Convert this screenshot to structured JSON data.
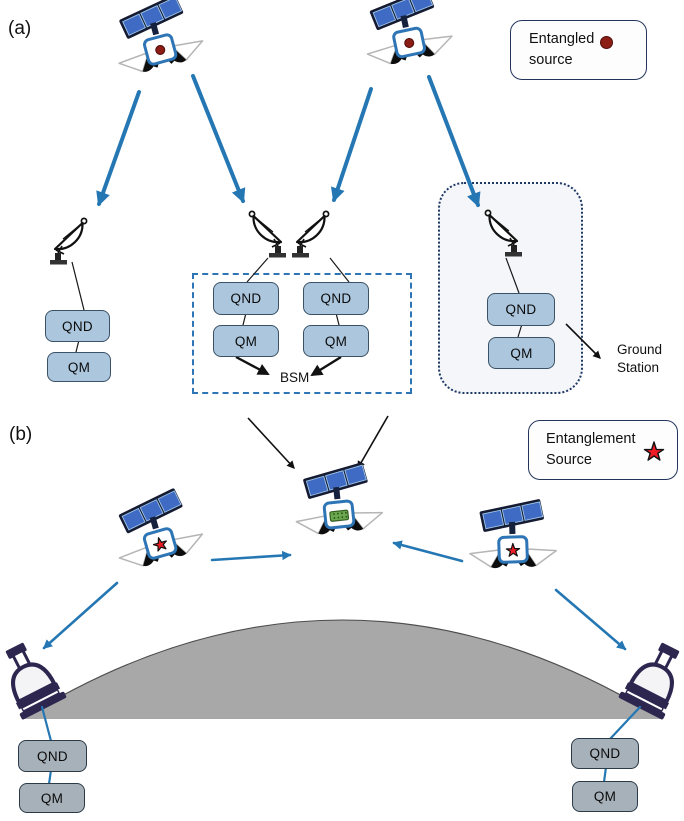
{
  "figure": {
    "panel_a_label": "(a)",
    "panel_b_label": "(b)"
  },
  "panel_a": {
    "legend": {
      "label": "Entangled source",
      "icon": "entangled-source-dot"
    },
    "stations": [
      {
        "qnd": "QND",
        "qm": "QM"
      },
      {
        "qnd": "QND",
        "qm": "QM"
      },
      {
        "qnd": "QND",
        "qm": "QM"
      },
      {
        "qnd": "QND",
        "qm": "QM"
      }
    ],
    "bsm_label": "BSM",
    "ground_station_annotation": "Ground Station"
  },
  "panel_b": {
    "legend": {
      "label": "Entanglement Source",
      "icon": "entanglement-source-star"
    },
    "stations": [
      {
        "qnd": "QND",
        "qm": "QM"
      },
      {
        "qnd": "QND",
        "qm": "QM"
      }
    ]
  },
  "icons": {
    "satellite": "satellite-with-solar-panel-and-telescopes",
    "dish": "parabolic-antenna-ground-dish",
    "observatory": "ground-observatory-telescope",
    "entangled_source": "dark-red-dot",
    "entanglement_source": "red-star",
    "bsm_payload": "green-detector-chip",
    "earth": "gray-earth-curvature"
  },
  "colors": {
    "accent_blue": "#2577b4",
    "box_fill_a": "#abc6dd",
    "box_border_a": "#3b5266",
    "box_fill_b": "#a7b1b9",
    "box_border_b": "#2c3a47",
    "dashed_border": "#2e75b6",
    "dotted_border": "#1f3864",
    "hill_gray": "#a8a8a8",
    "red_dot": "#8b1d15",
    "red_star": "#ee1c25",
    "green_chip": "#6aa84f",
    "legend_border": "#24355c"
  }
}
